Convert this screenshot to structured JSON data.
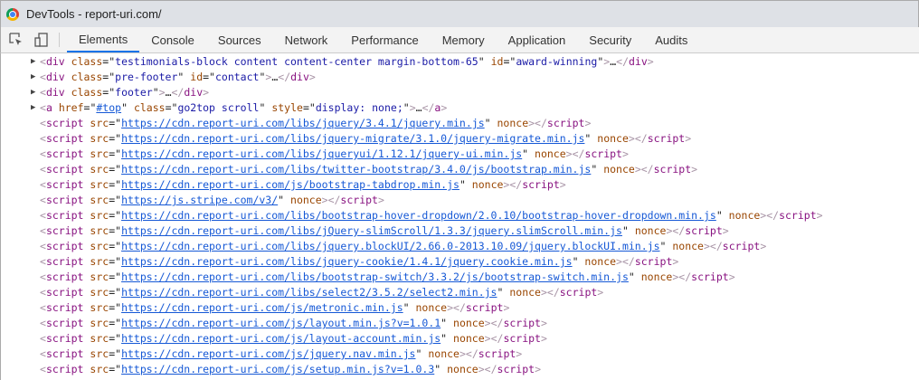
{
  "window": {
    "title": "DevTools - report-uri.com/"
  },
  "tabs": [
    "Elements",
    "Console",
    "Sources",
    "Network",
    "Performance",
    "Memory",
    "Application",
    "Security",
    "Audits"
  ],
  "active_tab": "Elements",
  "nodes": [
    {
      "type": "div",
      "expand": true,
      "attrs": [
        [
          "class",
          "testimonials-block content content-center margin-bottom-65"
        ],
        [
          "id",
          "award-winning"
        ]
      ]
    },
    {
      "type": "div",
      "expand": true,
      "attrs": [
        [
          "class",
          "pre-footer"
        ],
        [
          "id",
          "contact"
        ]
      ]
    },
    {
      "type": "div",
      "expand": true,
      "attrs": [
        [
          "class",
          "footer"
        ]
      ]
    },
    {
      "type": "a",
      "expand": true,
      "attrs": [
        [
          "href",
          "#top"
        ],
        [
          "class",
          "go2top scroll"
        ],
        [
          "style",
          "display: none;"
        ]
      ],
      "link_attr": "href"
    }
  ],
  "scripts": [
    "https://cdn.report-uri.com/libs/jquery/3.4.1/jquery.min.js",
    "https://cdn.report-uri.com/libs/jquery-migrate/3.1.0/jquery-migrate.min.js",
    "https://cdn.report-uri.com/libs/jqueryui/1.12.1/jquery-ui.min.js",
    "https://cdn.report-uri.com/libs/twitter-bootstrap/3.4.0/js/bootstrap.min.js",
    "https://cdn.report-uri.com/js/bootstrap-tabdrop.min.js",
    "https://js.stripe.com/v3/",
    "https://cdn.report-uri.com/libs/bootstrap-hover-dropdown/2.0.10/bootstrap-hover-dropdown.min.js",
    "https://cdn.report-uri.com/libs/jQuery-slimScroll/1.3.3/jquery.slimScroll.min.js",
    "https://cdn.report-uri.com/libs/jquery.blockUI/2.66.0-2013.10.09/jquery.blockUI.min.js",
    "https://cdn.report-uri.com/libs/jquery-cookie/1.4.1/jquery.cookie.min.js",
    "https://cdn.report-uri.com/libs/bootstrap-switch/3.3.2/js/bootstrap-switch.min.js",
    "https://cdn.report-uri.com/libs/select2/3.5.2/select2.min.js",
    "https://cdn.report-uri.com/js/metronic.min.js",
    "https://cdn.report-uri.com/js/layout.min.js?v=1.0.1",
    "https://cdn.report-uri.com/js/layout-account.min.js",
    "https://cdn.report-uri.com/js/jquery.nav.min.js",
    "https://cdn.report-uri.com/js/setup.min.js?v=1.0.3"
  ],
  "script_attr": "nonce",
  "ellipsis": "…"
}
